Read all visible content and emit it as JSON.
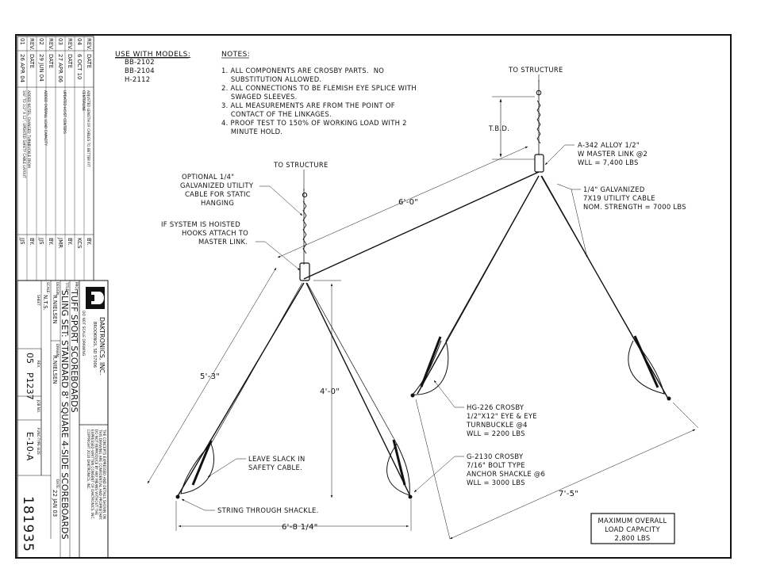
{
  "models": {
    "header": "USE WITH MODELS:",
    "items": [
      "BB-2102",
      "BB-2104",
      "H-2112"
    ]
  },
  "notes": {
    "header": "NOTES:",
    "lines": [
      "1. ALL COMPONENTS ARE CROSBY PARTS.  NO",
      "    SUBSTITUTION ALLOWED.",
      "2. ALL CONNECTIONS TO BE FLEMISH EYE SPLICE WITH",
      "    SWAGED SLEEVES.",
      "3. ALL MEASUREMENTS ARE FROM THE POINT OF",
      "    CONTACT OF THE LINKAGES.",
      "4. PROOF TEST TO 150% OF WORKING LOAD WITH 2",
      "    MINUTE HOLD."
    ]
  },
  "callouts": {
    "to_structure_right": "TO STRUCTURE",
    "to_structure_left": "TO STRUCTURE",
    "tbd": "T.B.D.",
    "master_link": [
      "A-342 ALLOY 1/2\"",
      "W MASTER LINK @2",
      "WLL = 7,400 LBS"
    ],
    "cable": [
      "1/4\" GALVANIZED",
      "7X19 UTILITY CABLE",
      "NOM. STRENGTH = 7000 LBS"
    ],
    "optional_cable": [
      "OPTIONAL 1/4\"",
      "GALVANIZED UTILITY",
      "CABLE FOR STATIC",
      "HANGING"
    ],
    "hoisted": [
      "IF SYSTEM IS HOISTED",
      "HOOKS ATTACH TO",
      "MASTER LINK."
    ],
    "turnbuckle": [
      "HG-226 CROSBY",
      "1/2\"X12\" EYE & EYE",
      "TURNBUCKLE @4",
      "WLL = 2200 LBS"
    ],
    "shackle": [
      "G-2130 CROSBY",
      "7/16\" BOLT TYPE",
      "ANCHOR SHACKLE @6",
      "WLL = 3000 LBS"
    ],
    "leave_slack": [
      "LEAVE SLACK IN",
      "SAFETY CABLE."
    ],
    "string_through": "STRING THROUGH SHACKLE."
  },
  "dimensions": {
    "d6_0": "6'-0\"",
    "d5_3": "5'-3\"",
    "d4_0": "4'-0\"",
    "d6_8": "6'-8 1/4\"",
    "d7_5": "7'-5\""
  },
  "capacity": [
    "MAXIMUM OVERALL",
    "LOAD CAPACITY",
    "2,800 LBS"
  ],
  "revisions": [
    {
      "rev": "04",
      "date": "6 OCT 10",
      "desc": "ADJUSTED LENGTH OF CABLES TO BETTER FIT CENTERLINE",
      "by": "KCS"
    },
    {
      "rev": "03",
      "date": "27 APR 06",
      "desc": "UPDATED HOIST CENTERS",
      "by": "JMR"
    },
    {
      "rev": "02",
      "date": "29 JUN 04",
      "desc": "ADDED OVERALL LOAD CAPACITY",
      "by": "JJS"
    },
    {
      "rev": "01",
      "date": "26 APR 04",
      "desc": "ADDED NOTES, CHANGED TURNBUCKLE FROM 3/8\" TO 1/2\" X 12\", UPDATED SAFETY CABLE LAYOUT",
      "by": "JJS"
    }
  ],
  "rev_headers": {
    "rev": "REV.",
    "date": "DATE",
    "by": "BY."
  },
  "title_block": {
    "company": "DAKTRONICS, INC.",
    "city": "BROOKINGS, SD  57006",
    "do_not_scale": "DO NOT SCALE DRAWING",
    "proj_label": "PROJ:",
    "project": "TUFF SPORT SCOREBOARDS",
    "title_label": "TITLE:",
    "title": "SLING SET: STANDARD 8' SQUARE 4-SIDE SCOREBOARDS",
    "design_label": "DESIGN:",
    "design": "R.NIELSEN",
    "drawn_label": "DRAWN:",
    "drawn": "R.NIELSEN",
    "date_label": "DATE:",
    "date": "22 JAN 03",
    "scale_label": "SCALE:",
    "scale": "N.T.S.",
    "sheet_label": "SHEET",
    "rev_label": "REV.",
    "job_label": "JOB NO.",
    "func_label": "FUNC-TYPE-SIZE",
    "sheet": "",
    "rev": "05",
    "job": "P1237",
    "func": "E-10-A",
    "dwg_no": "181935",
    "copyright": [
      "THE CONCEPTS EXPRESSED AND DETAILS SHOWN ON",
      "THIS DRAWING ARE CONFIDENTIAL AND PROPRIETARY.",
      "DO NOT REPRODUCE BY ANY MEANS WITHOUT THE",
      "EXPRESSED WRITTEN CONSENT OF DAKTRONICS, INC.",
      "COPYRIGHT 2010 DAKTRONICS, INC."
    ]
  }
}
